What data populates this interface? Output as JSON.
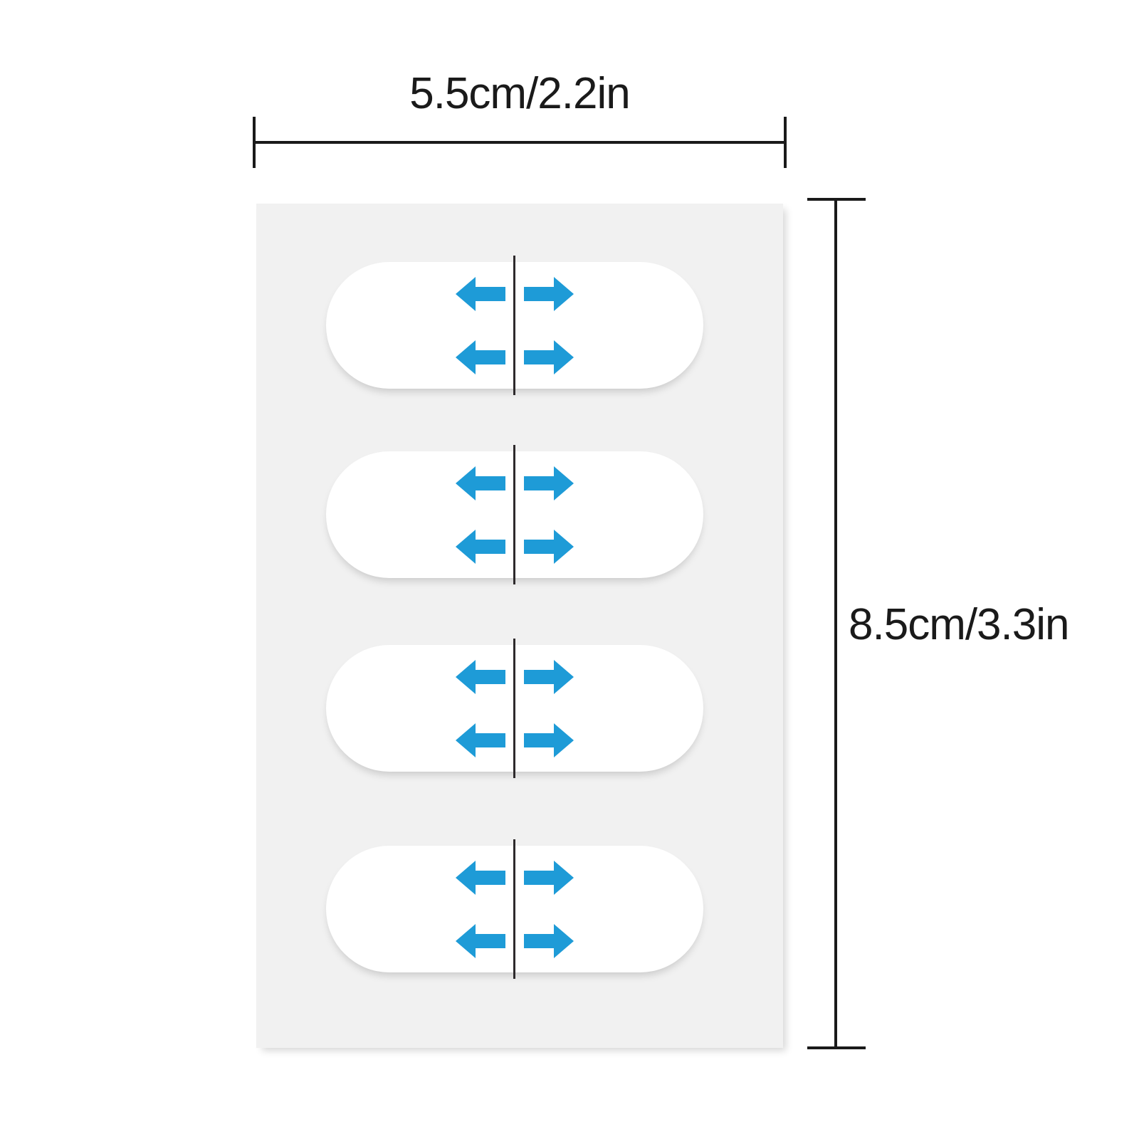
{
  "product": {
    "backing_sheet": {
      "color": "#f1f1f1",
      "patch_count": 4
    },
    "patch": {
      "color": "#ffffff",
      "split_line_color": "#2e2a2c",
      "arrow_color": "#1e9bd7",
      "arrows_per_patch": 4,
      "arrow_directions": [
        "left",
        "right",
        "left",
        "right"
      ],
      "shape": "pill"
    },
    "patches": [
      {
        "id": "patch-1",
        "arrows": [
          "arrow-left-icon",
          "arrow-right-icon",
          "arrow-left-icon",
          "arrow-right-icon"
        ]
      },
      {
        "id": "patch-2",
        "arrows": [
          "arrow-left-icon",
          "arrow-right-icon",
          "arrow-left-icon",
          "arrow-right-icon"
        ]
      },
      {
        "id": "patch-3",
        "arrows": [
          "arrow-left-icon",
          "arrow-right-icon",
          "arrow-left-icon",
          "arrow-right-icon"
        ]
      },
      {
        "id": "patch-4",
        "arrows": [
          "arrow-left-icon",
          "arrow-right-icon",
          "arrow-left-icon",
          "arrow-right-icon"
        ]
      }
    ]
  },
  "dimensions": {
    "width": {
      "label": "5.5cm/2.2in",
      "value_cm": 5.5,
      "value_in": 2.2,
      "orientation": "horizontal"
    },
    "height": {
      "label": "8.5cm/3.3in",
      "value_cm": 8.5,
      "value_in": 3.3,
      "orientation": "vertical"
    },
    "line_color": "#1a1a1a"
  }
}
